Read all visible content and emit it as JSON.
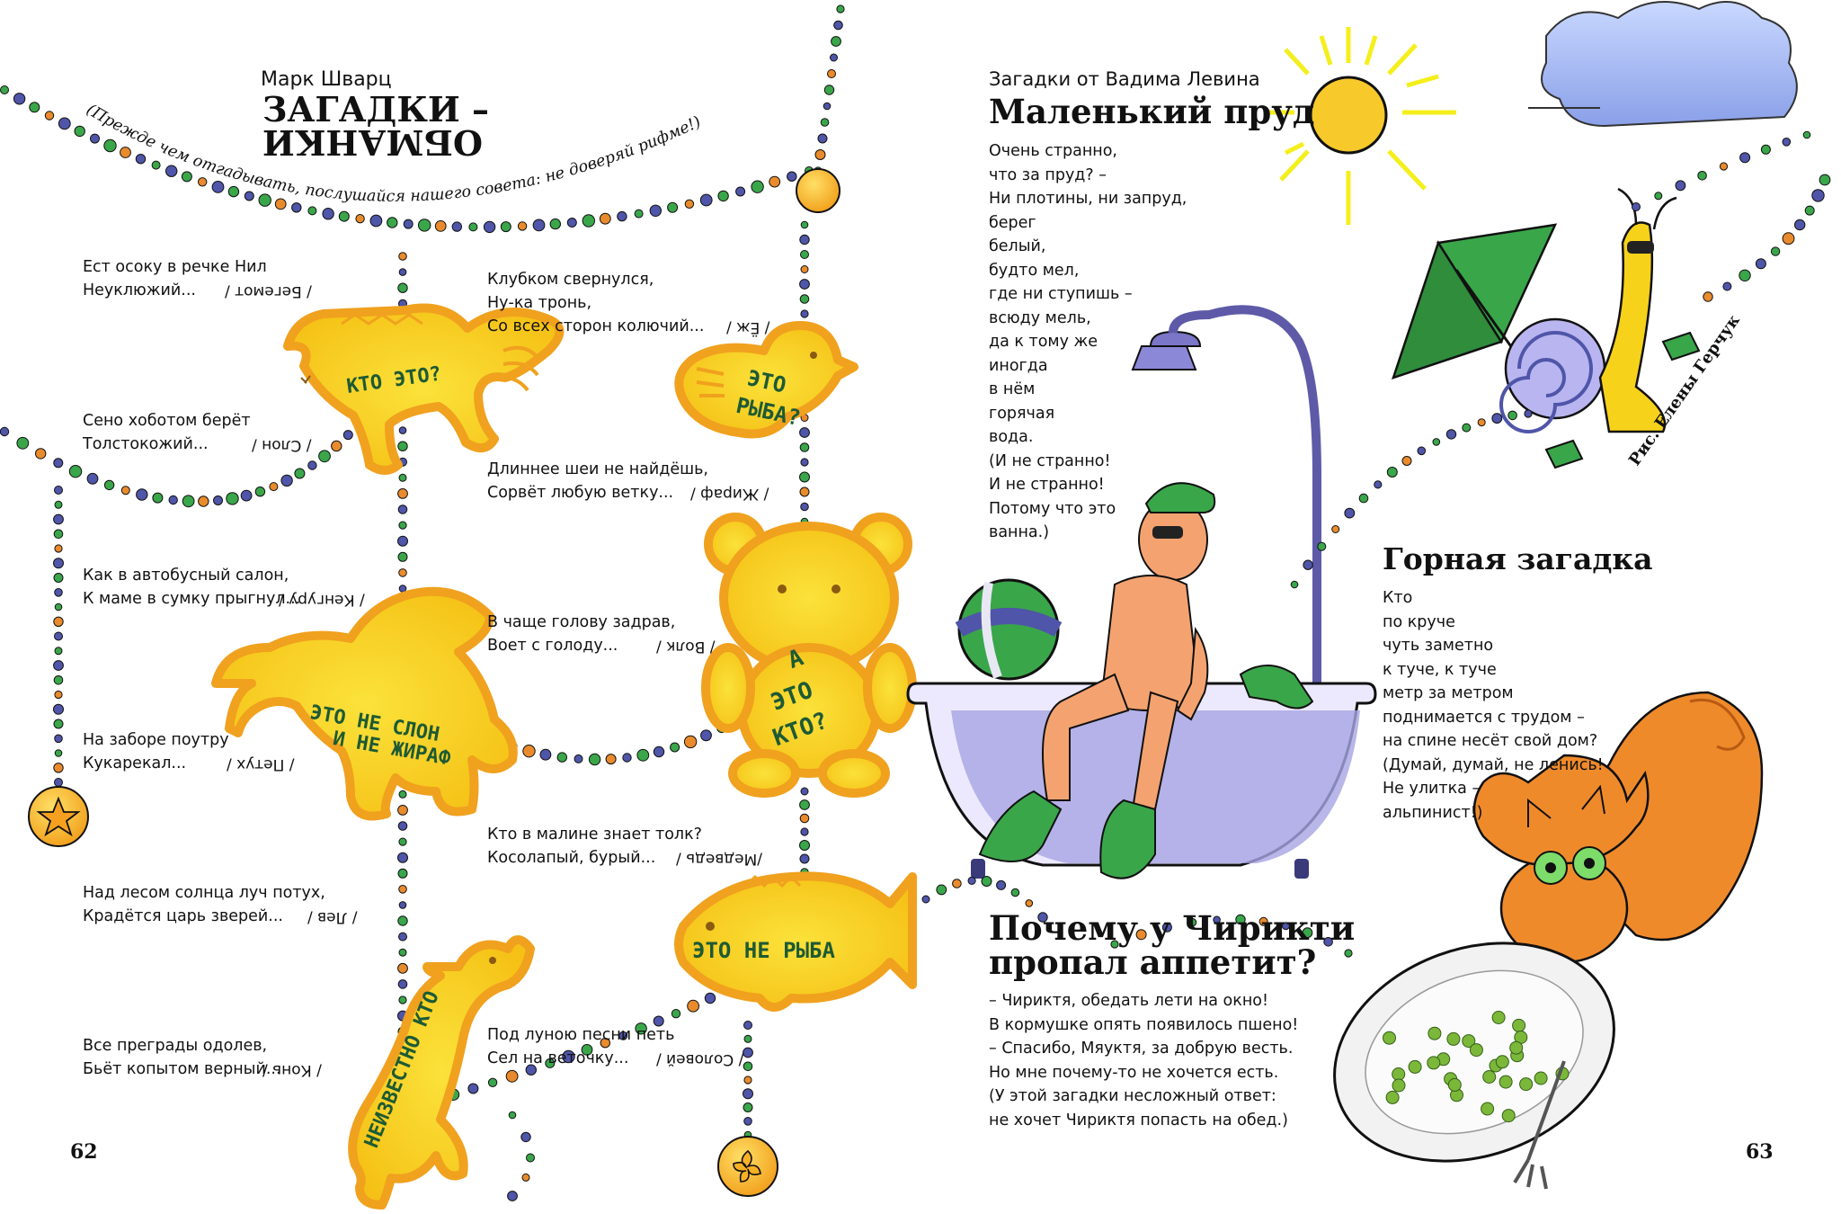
{
  "left": {
    "author": "Марк Шварц",
    "title_line1": "ЗАГАДКИ –",
    "title_line2": "ОБМАНКИ",
    "tagline": "(Прежде чем отгадывать, послушайся нашего совета: не доверяй рифме!)",
    "page_number": "62",
    "riddles_col1": [
      {
        "lines": [
          "Ест осоку в речке Нил",
          "Неуклюжий..."
        ],
        "answer": "/ Бегемот /"
      },
      {
        "lines": [
          "Сено хоботом берёт",
          "Толстокожий..."
        ],
        "answer": "/ Слон /"
      },
      {
        "lines": [
          "Как в автобусный салон,",
          "К маме в сумку прыгнул..."
        ],
        "answer": "/ Кенгуру /"
      },
      {
        "lines": [
          "На заборе поутру",
          "Кукарекал..."
        ],
        "answer": "/ Петух /"
      },
      {
        "lines": [
          "Над лесом солнца луч потух,",
          "Крадётся царь зверей..."
        ],
        "answer": "/ Лев /"
      },
      {
        "lines": [
          "Все преграды одолев,",
          "Бьёт копытом верный..."
        ],
        "answer": "/ Конь /"
      }
    ],
    "riddles_col2": [
      {
        "lines": [
          "Клубком свернулся,",
          "Ну-ка тронь,",
          "Со всех сторон колючий..."
        ],
        "answer": "/ Ёж /"
      },
      {
        "lines": [
          "Длиннее шеи не найдёшь,",
          "Сорвёт любую ветку..."
        ],
        "answer": "/ Жираф /"
      },
      {
        "lines": [
          "В чаще голову задрав,",
          "Воет с голоду..."
        ],
        "answer": "/ Волк /"
      },
      {
        "lines": [
          "Кто в малине знает толк?",
          "Косолапый, бурый..."
        ],
        "answer": "/Медведь /"
      },
      {
        "lines": [
          "Под луною песни петь",
          "Сел на веточку..."
        ],
        "answer": "/ Соловей /"
      }
    ],
    "cookie_labels": {
      "horse": "КТО ЭТО?",
      "bird_1": "ЭТО",
      "bird_2": "РЫБА?",
      "elephant_1": "ЭТО НЕ СЛОН",
      "elephant_2": "И НЕ ЖИРАФ",
      "bear_1": "А",
      "bear_2": "ЭТО",
      "bear_3": "КТО?",
      "fish": "ЭТО НЕ РЫБА",
      "giraffe": "НЕИЗВЕСТНО КТО"
    }
  },
  "right": {
    "poem1": {
      "author": "Загадки от Вадима Левина",
      "title": "Маленький пруд",
      "lines": [
        "Очень странно,",
        "что за пруд? –",
        "Ни плотины, ни запруд,",
        "берег",
        "белый,",
        "будто мел,",
        "где ни ступишь –",
        "всюду мель,",
        "да к тому же",
        "иногда",
        "в нём",
        "горячая",
        "вода.",
        "(И не странно!",
        "И не странно!",
        "Потому что это",
        "ванна.)"
      ]
    },
    "poem2": {
      "title": "Горная загадка",
      "lines": [
        "Кто",
        "по круче",
        "чуть заметно",
        "к туче, к туче",
        "метр за метром",
        "поднимается с трудом –",
        "на спине несёт свой дом?",
        "(Думай, думай, не ленись!",
        "Не улитка –",
        "альпинист!)"
      ]
    },
    "poem3": {
      "title_line1": "Почему у Чирикти",
      "title_line2": "пропал аппетит?",
      "lines": [
        "– Чириктя, обедать лети на окно!",
        "В кормушке опять появилось пшено!",
        "– Спасибо, Мяуктя, за добрую весть.",
        "Но мне почему-то не хочется есть.",
        "(У этой загадки несложный ответ:",
        "не хочет Чириктя попасть на обед.)"
      ]
    },
    "credit": "Рис. Елены Герчук",
    "page_number": "63"
  },
  "colors": {
    "cookie_fill": "#f7d21a",
    "cookie_outline": "#f0a11e",
    "bead_green": "#3aa64a",
    "bead_blue": "#4f55a8",
    "bead_orange": "#e98b2c",
    "sun": "#f4ef1c",
    "bath": "#7b76c8",
    "squirrel": "#ef8a2b"
  }
}
